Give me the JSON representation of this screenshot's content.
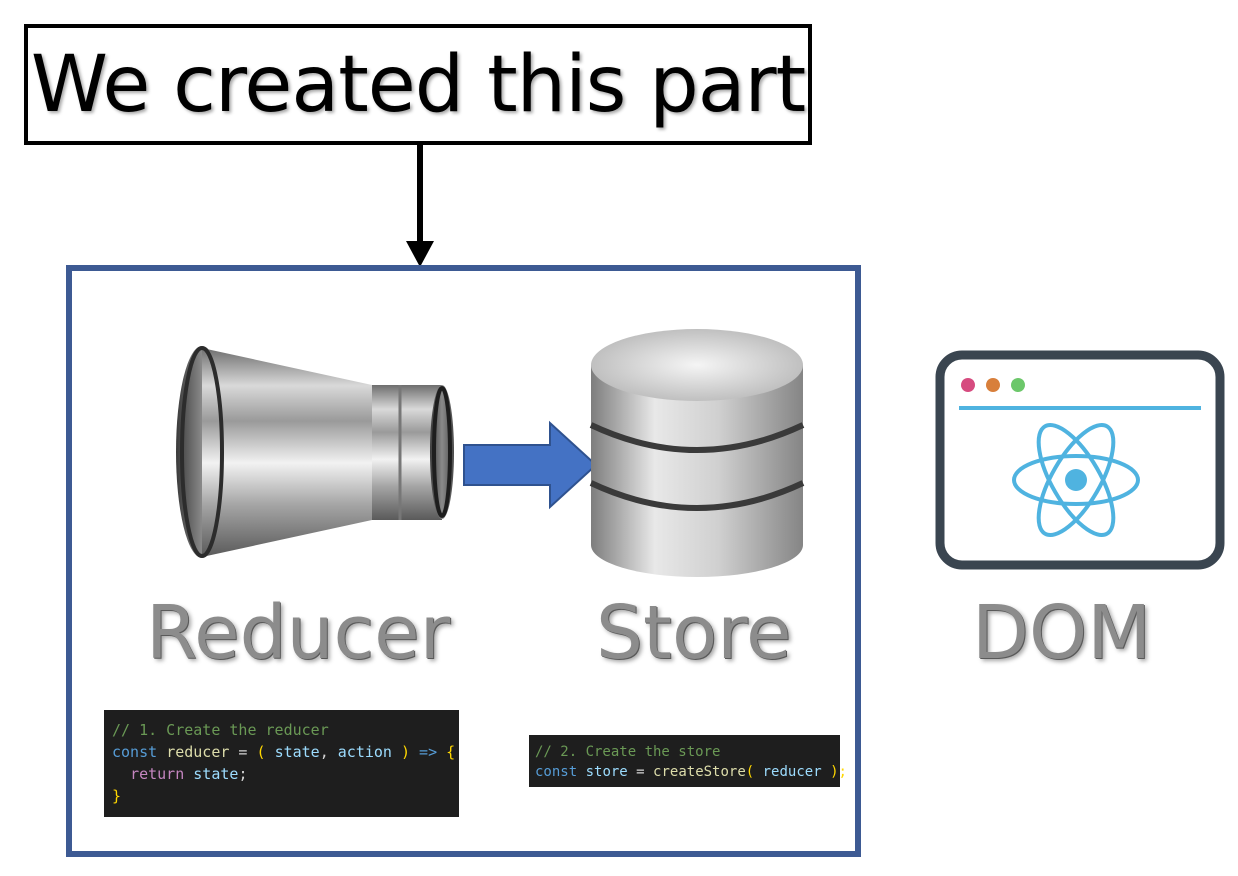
{
  "callout": {
    "text": "We created this part"
  },
  "labels": {
    "reducer": "Reducer",
    "store": "Store",
    "dom": "DOM"
  },
  "code_reducer": {
    "comment": "// 1. Create the reducer",
    "kw_const": "const",
    "var_reducer": "reducer",
    "eq": " = ",
    "paren_open": "( ",
    "param_state": "state",
    "comma": ", ",
    "param_action": "action",
    "paren_close": " )",
    "arrow": " => ",
    "brace_open": "{",
    "kw_return": "return",
    "ret_value": "state",
    "semicolon": ";",
    "brace_close": "}"
  },
  "code_store": {
    "comment": "// 2. Create the store",
    "kw_const": "const",
    "var_store": "store",
    "eq": " = ",
    "fn_name": "createStore",
    "paren_open": "( ",
    "arg": "reducer",
    "paren_close": " );"
  },
  "icons": {
    "reducer": "duct-reducer-icon",
    "store": "database-icon",
    "dom": "react-browser-window-icon",
    "arrow": "flow-arrow"
  },
  "colors": {
    "panel_border": "#3d5a93",
    "flow_arrow": "#4472c4",
    "react_logo": "#4fb3e0",
    "window_frame": "#3a4550",
    "dot_red": "#d64b7f",
    "dot_orange": "#d87f3b",
    "dot_green": "#6cc76a",
    "label_gray": "#8c8c8c"
  }
}
